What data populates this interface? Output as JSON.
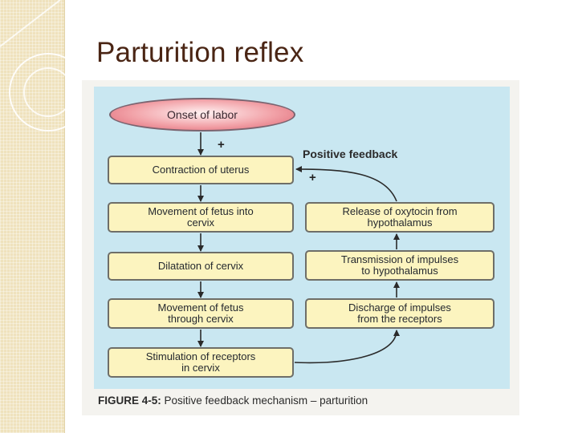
{
  "slide": {
    "title": "Parturition reflex"
  },
  "diagram": {
    "start_node": "Onset of labor",
    "left_column": [
      {
        "line1": "Contraction of uterus",
        "line2": ""
      },
      {
        "line1": "Movement of fetus into",
        "line2": "cervix"
      },
      {
        "line1": "Dilatation of cervix",
        "line2": ""
      },
      {
        "line1": "Movement of fetus",
        "line2": "through cervix"
      },
      {
        "line1": "Stimulation of receptors",
        "line2": "in cervix"
      }
    ],
    "right_column": [
      {
        "line1": "Release of oxytocin from",
        "line2": "hypothalamus"
      },
      {
        "line1": "Transmission of impulses",
        "line2": "to hypothalamus"
      },
      {
        "line1": "Discharge of impulses",
        "line2": "from the receptors"
      }
    ],
    "feedback_label": "Positive feedback",
    "plus_sign": "+",
    "caption_label": "FIGURE 4-5:",
    "caption_text": "Positive feedback mechanism – parturition"
  },
  "colors": {
    "title": "#4a2514",
    "diagram_background": "#c9e7f1",
    "box_fill": "#fcf4bf",
    "oval_fill": "#e77b86",
    "side_strip": "#efe2bd"
  }
}
